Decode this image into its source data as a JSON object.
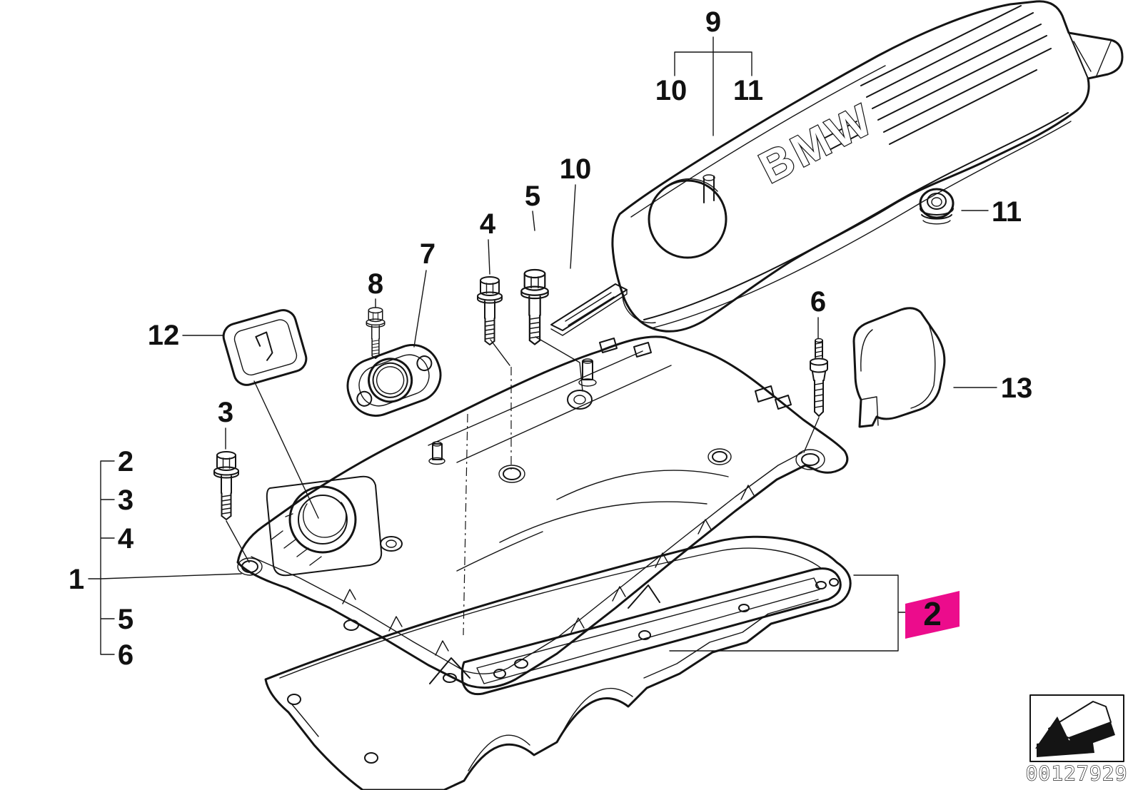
{
  "diagram": {
    "type": "parts-exploded-diagram",
    "subject": "cylinder-head-cover",
    "brand_text": "BMW",
    "image_code": "00127929",
    "highlight_color": "#EC0C8C",
    "line_color": "#141414"
  },
  "callouts": {
    "group_9": {
      "label": "9",
      "sub_left": "10",
      "sub_right": "11"
    },
    "rail_10": {
      "label": "10"
    },
    "bolt_5": {
      "label": "5"
    },
    "bolt_4": {
      "label": "4"
    },
    "flange_7": {
      "label": "7"
    },
    "bolt_8": {
      "label": "8"
    },
    "cap_12": {
      "label": "12"
    },
    "bolt_3": {
      "label": "3"
    },
    "stud_6": {
      "label": "6"
    },
    "cover_13": {
      "label": "13"
    },
    "grommet_11": {
      "label": "11"
    },
    "highlighted_2": {
      "label": "2"
    },
    "assembly_1": {
      "label": "1",
      "items": [
        "2",
        "3",
        "4",
        "5",
        "6"
      ]
    }
  }
}
